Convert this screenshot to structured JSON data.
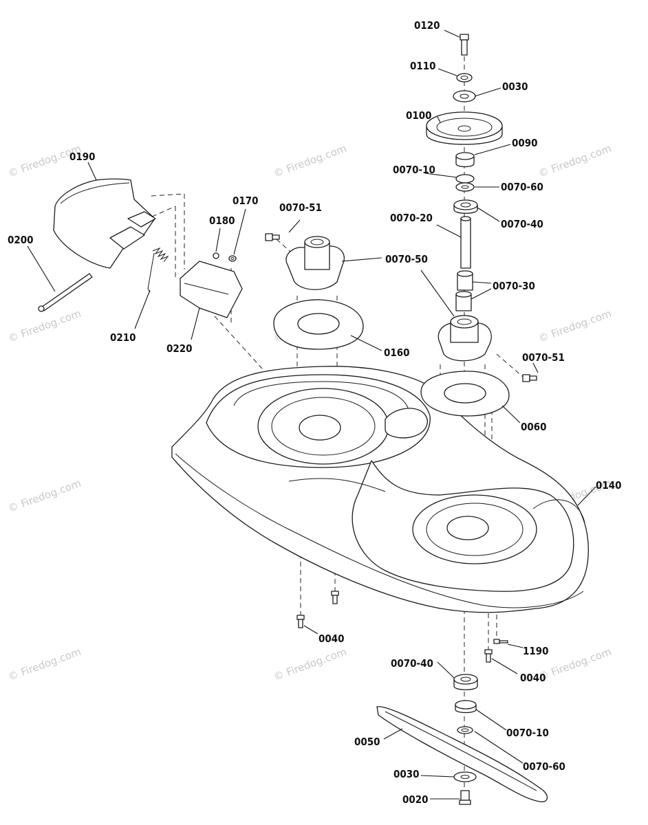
{
  "watermark": "© Firedog.com",
  "parts": {
    "p0120": "0120",
    "p0110": "0110",
    "p0030a": "0030",
    "p0100": "0100",
    "p0090": "0090",
    "p0070_10a": "0070-10",
    "p0070_60a": "0070-60",
    "p0070_40a": "0070-40",
    "p0070_20": "0070-20",
    "p0070_30": "0070-30",
    "p0070_50": "0070-50",
    "p0070_51a": "0070-51",
    "p0070_51b": "0070-51",
    "p0190": "0190",
    "p0200": "0200",
    "p0210": "0210",
    "p0220": "0220",
    "p0180": "0180",
    "p0170": "0170",
    "p0160": "0160",
    "p0060": "0060",
    "p0140": "0140",
    "p0040a": "0040",
    "p0040b": "0040",
    "p1190": "1190",
    "p0070_40b": "0070-40",
    "p0070_10b": "0070-10",
    "p0070_60b": "0070-60",
    "p0050": "0050",
    "p0030b": "0030",
    "p0020": "0020"
  }
}
